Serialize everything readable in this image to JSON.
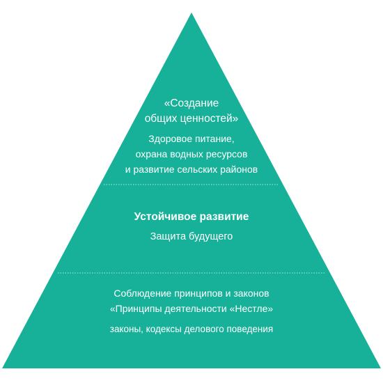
{
  "colors": {
    "pyramid_fill": "#17b199",
    "divider": "#b8e8df",
    "text": "#ffffff",
    "background": "#ffffff"
  },
  "tiers": [
    {
      "title_lines": [
        "«Создание",
        "общих ценностей»"
      ],
      "subtitle_lines": [
        "Здоровое питание,",
        "охрана водных ресурсов",
        "и развитие сельских районов"
      ]
    },
    {
      "title_lines": [
        "Устойчивое развитие"
      ],
      "subtitle_lines": [
        "Защита будущего"
      ]
    },
    {
      "title_lines": [
        "Соблюдение принципов и законов",
        "«Принципы деятельности «Нестле»"
      ],
      "subtitle_lines": [
        "законы, кодексы делового поведения"
      ]
    }
  ]
}
